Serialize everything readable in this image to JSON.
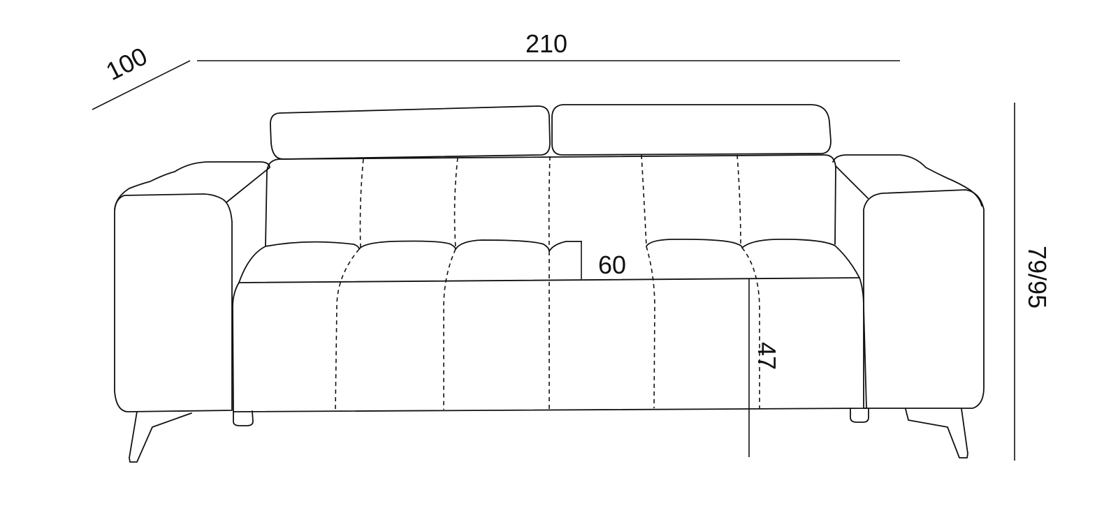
{
  "dimensions": {
    "depth": "100",
    "width": "210",
    "height": "79/95",
    "seat_depth": "60",
    "seat_height": "47"
  },
  "units_note": ""
}
